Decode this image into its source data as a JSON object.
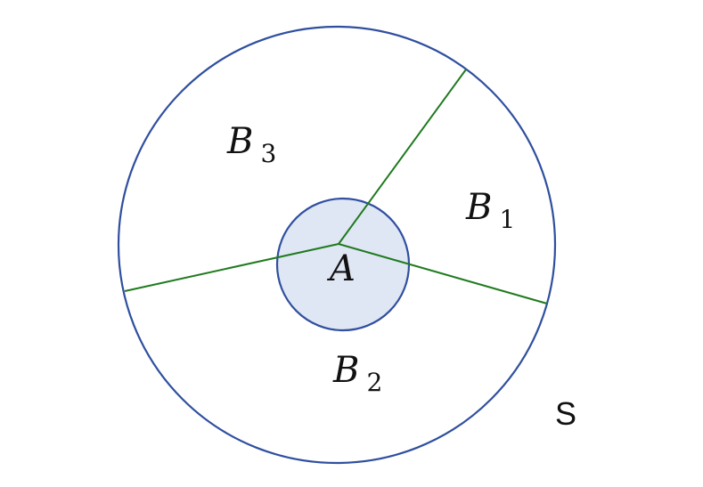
{
  "diagram": {
    "labels": {
      "a": "A",
      "b1_main": "B",
      "b1_sub": "1",
      "b2_main": "B",
      "b2_sub": "2",
      "b3_main": "B",
      "b3_sub": "3",
      "s": "S"
    },
    "colors": {
      "outer_circle": "#2f4f9f",
      "inner_circle_fill": "#dfe6f4",
      "inner_circle_stroke": "#2f4f9f",
      "partition_lines": "#1f7a1f",
      "text": "#111111"
    }
  }
}
